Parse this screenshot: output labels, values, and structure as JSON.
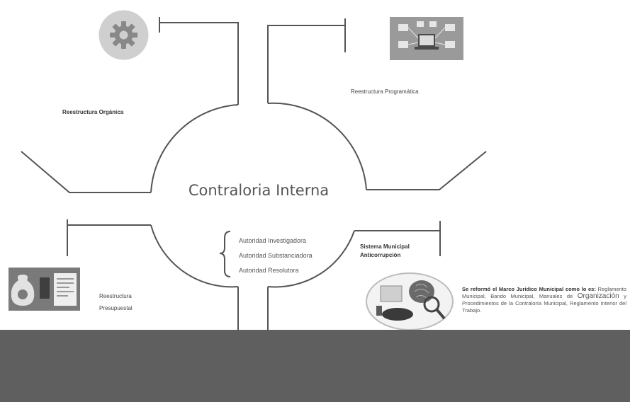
{
  "center_title": "Contraloria Interna",
  "labels": {
    "organica": "Reestructura Orgánica",
    "programatica": "Reestructura Programática",
    "presupuestal_line1": "Reestructura",
    "presupuestal_line2": "Presupuestal"
  },
  "authorities": [
    "Autoridad Investigadora",
    "Autoridad Substanciadora",
    "Autoridad Resolutora"
  ],
  "sistema": {
    "line1": "Sistema Municipal",
    "line2": "Anticorrupción"
  },
  "reform": {
    "lead": "Se reformó el Marco Jurídico Municipal como lo es:",
    "text1": " Reglamento Municipal, Bando Municipal, Manuales de ",
    "emph": "Organización",
    "text2": " y Procedimientos de la Contraloría Municipal, Reglamento Interior del Trabajo."
  },
  "icons": [
    "gear-icon",
    "network-laptop-icon",
    "money-documents-icon",
    "magnifier-fingerprint-icon"
  ]
}
